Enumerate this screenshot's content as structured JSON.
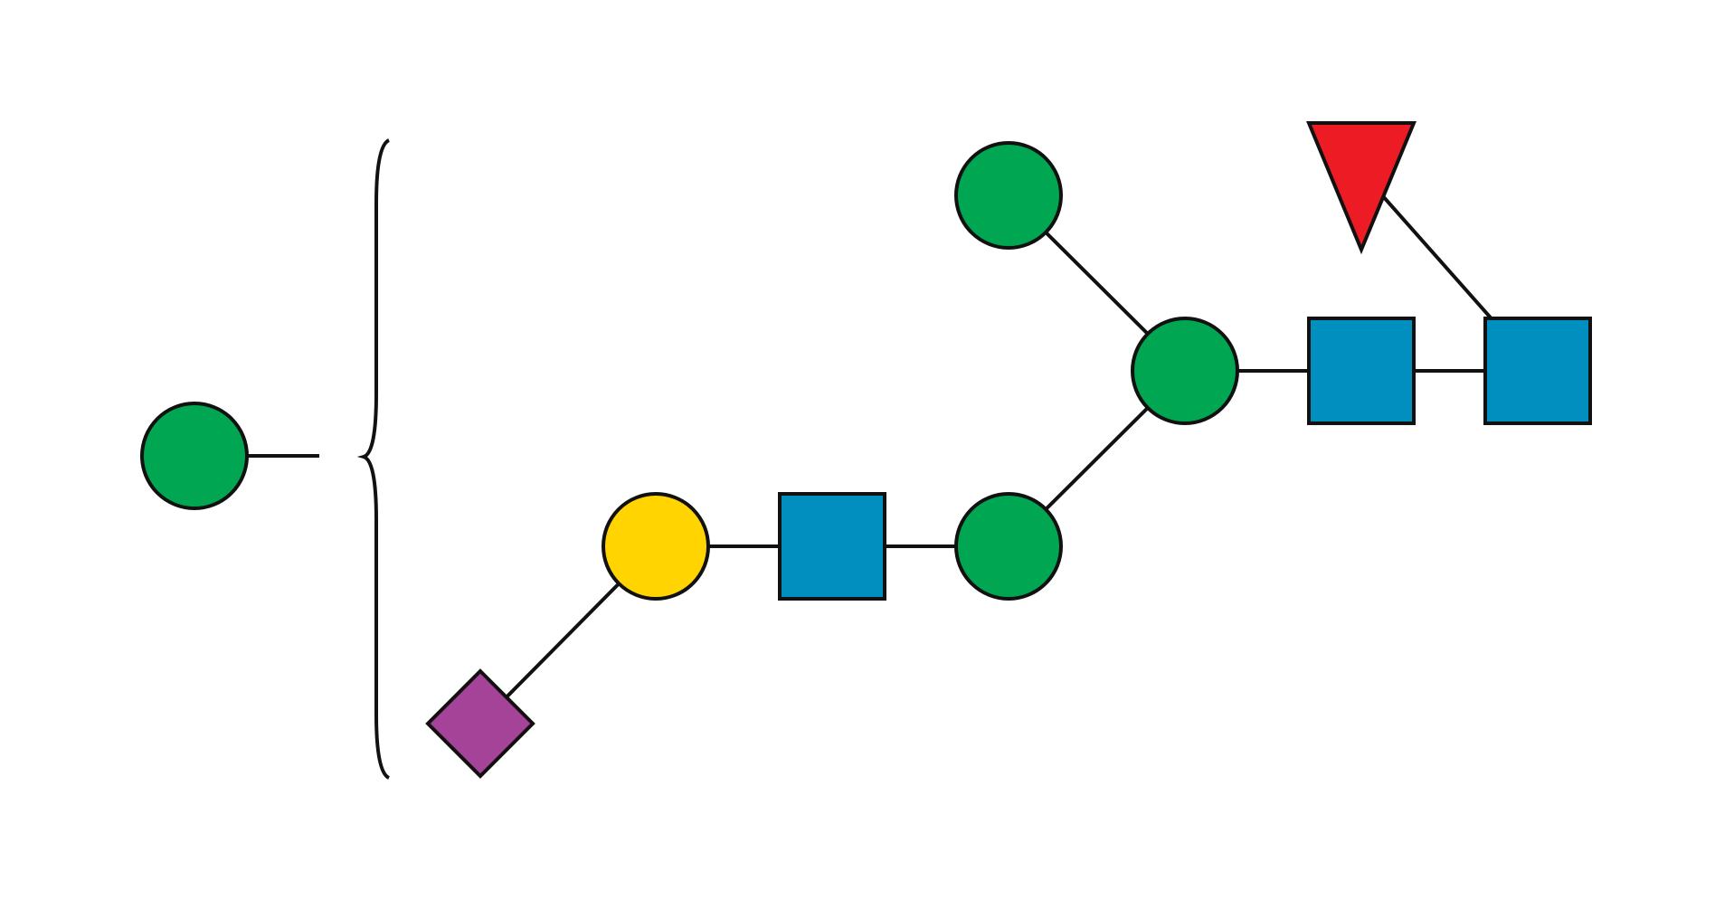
{
  "diagram": {
    "type": "glycan-snfg",
    "colors": {
      "background": "#FFFFFF",
      "outline": "#111111",
      "mannose_green": "#00A651",
      "galactose_yellow": "#FFD400",
      "glcnac_blue": "#008FBE",
      "sialic_purple": "#A54399",
      "fucose_red": "#ED1C24"
    },
    "residues": [
      {
        "id": "man-floating",
        "shape": "circle",
        "icon": "green-circle-icon",
        "color_key": "mannose_green"
      },
      {
        "id": "neuac-1",
        "shape": "diamond",
        "icon": "purple-diamond-icon",
        "color_key": "sialic_purple"
      },
      {
        "id": "gal-1",
        "shape": "circle",
        "icon": "yellow-circle-icon",
        "color_key": "galactose_yellow"
      },
      {
        "id": "glcnac-antenna",
        "shape": "square",
        "icon": "blue-square-icon",
        "color_key": "glcnac_blue"
      },
      {
        "id": "man-lower",
        "shape": "circle",
        "icon": "green-circle-icon",
        "color_key": "mannose_green"
      },
      {
        "id": "man-upper",
        "shape": "circle",
        "icon": "green-circle-icon",
        "color_key": "mannose_green"
      },
      {
        "id": "man-core",
        "shape": "circle",
        "icon": "green-circle-icon",
        "color_key": "mannose_green"
      },
      {
        "id": "glcnac-core-2",
        "shape": "square",
        "icon": "blue-square-icon",
        "color_key": "glcnac_blue"
      },
      {
        "id": "glcnac-core-1",
        "shape": "square",
        "icon": "blue-square-icon",
        "color_key": "glcnac_blue"
      },
      {
        "id": "fuc-core",
        "shape": "triangle",
        "icon": "red-triangle-icon",
        "color_key": "fucose_red"
      }
    ],
    "links": [
      {
        "from": "neuac-1",
        "to": "gal-1"
      },
      {
        "from": "gal-1",
        "to": "glcnac-antenna"
      },
      {
        "from": "glcnac-antenna",
        "to": "man-lower"
      },
      {
        "from": "man-lower",
        "to": "man-core"
      },
      {
        "from": "man-upper",
        "to": "man-core"
      },
      {
        "from": "man-core",
        "to": "glcnac-core-2"
      },
      {
        "from": "glcnac-core-2",
        "to": "glcnac-core-1"
      },
      {
        "from": "fuc-core",
        "to": "glcnac-core-1"
      }
    ],
    "ambiguous_attachment": {
      "residue": "man-floating",
      "bracket": "curly-brace-icon"
    }
  }
}
